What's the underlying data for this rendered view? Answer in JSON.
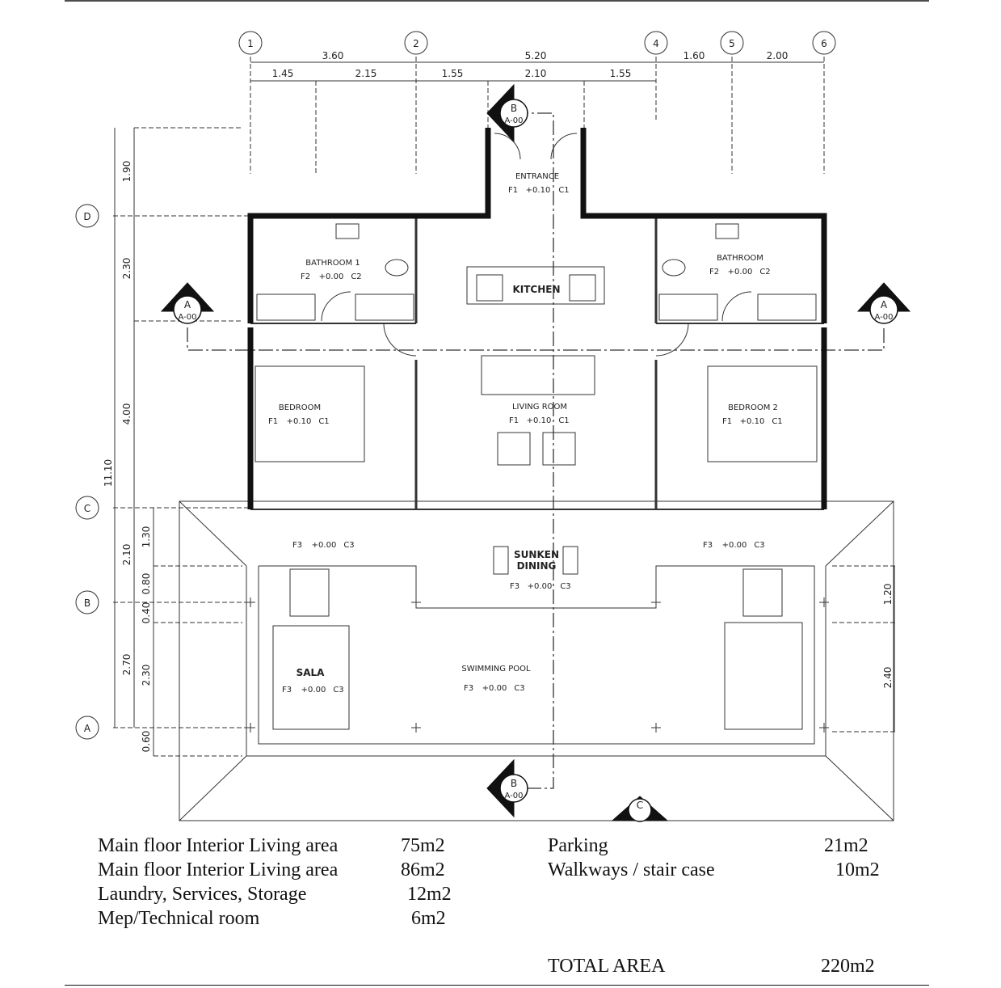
{
  "grid": {
    "columns": [
      "1",
      "2",
      "4",
      "5",
      "6"
    ],
    "rows": [
      "D",
      "C",
      "B",
      "A"
    ]
  },
  "dimensions": {
    "top_overall": [
      "3.60",
      "5.20",
      "1.60",
      "2.00"
    ],
    "top_detail": [
      "1.45",
      "2.15",
      "1.55",
      "2.10",
      "1.55"
    ],
    "left_outer": "11.10",
    "left_mid": [
      "1.90",
      "2.30",
      "4.00",
      "2.10",
      "2.70"
    ],
    "left_inner": [
      "1.30",
      "0.80",
      "0.40",
      "2.30",
      "0.60"
    ],
    "right": [
      "1.20",
      "2.40"
    ]
  },
  "section_marks": {
    "a_letter": "A",
    "b_letter": "B",
    "c_letter": "C",
    "sheet": "A-00"
  },
  "rooms": {
    "entrance": {
      "name": "ENTRANCE",
      "f": "F1",
      "level": "+0.10",
      "c": "C1"
    },
    "bathroom1": {
      "name": "BATHROOM 1",
      "f": "F2",
      "level": "+0.00",
      "c": "C2"
    },
    "kitchen": {
      "name": "KITCHEN"
    },
    "bathroom2": {
      "name": "BATHROOM",
      "f": "F2",
      "level": "+0.00",
      "c": "C2"
    },
    "bedroom1": {
      "name": "BEDROOM",
      "f": "F1",
      "level": "+0.10",
      "c": "C1"
    },
    "living": {
      "name": "LIVING ROOM",
      "f": "F1",
      "level": "+0.10",
      "c": "C1"
    },
    "bedroom2": {
      "name": "BEDROOM 2",
      "f": "F1",
      "level": "+0.10",
      "c": "C1"
    },
    "deck_left": {
      "f": "F3",
      "level": "+0.00",
      "c": "C3"
    },
    "deck_right": {
      "f": "F3",
      "level": "+0.00",
      "c": "C3"
    },
    "sunken": {
      "name_line1": "SUNKEN",
      "name_line2": "DINING",
      "f": "F3",
      "level": "+0.00",
      "c": "C3"
    },
    "sala": {
      "name": "SALA",
      "f": "F3",
      "level": "+0.00",
      "c": "C3"
    },
    "pool": {
      "name": "SWIMMING POOL",
      "f": "F3",
      "level": "+0.00",
      "c": "C3"
    }
  },
  "areas": {
    "left": [
      {
        "label": "Main floor Interior Living area",
        "value": "75m2"
      },
      {
        "label": "Main floor Interior Living area",
        "value": "86m2"
      },
      {
        "label": "Laundry, Services, Storage",
        "value": "12m2"
      },
      {
        "label": "Mep/Technical room",
        "value": "6m2"
      }
    ],
    "right": [
      {
        "label": "Parking",
        "value": "21m2"
      },
      {
        "label": "Walkways / stair case",
        "value": "10m2"
      }
    ],
    "total_label": "TOTAL AREA",
    "total_value": "220m2"
  }
}
